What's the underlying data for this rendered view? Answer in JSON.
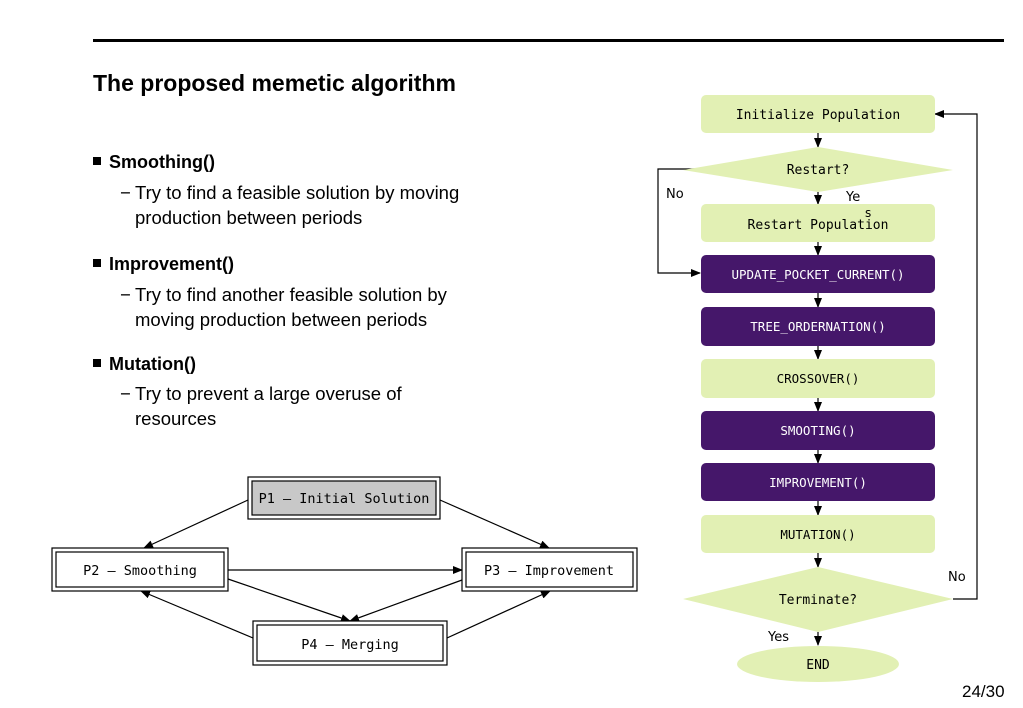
{
  "slide": {
    "title": "The proposed memetic algorithm",
    "page_number": "24/30"
  },
  "bullets": [
    {
      "heading": "Smoothing()",
      "dash": "−",
      "line1": "Try to find a feasible solution by moving",
      "line2": "production between periods"
    },
    {
      "heading": "Improvement()",
      "dash": "−",
      "line1": "Try to find another feasible solution by",
      "line2": "moving production between periods"
    },
    {
      "heading": "Mutation()",
      "dash": "−",
      "line1": "Try to prevent a large overuse of",
      "line2": "resources"
    }
  ],
  "phase_diagram": {
    "p1": "P1 – Initial Solution",
    "p2": "P2 – Smoothing",
    "p3": "P3 – Improvement",
    "p4": "P4 – Merging"
  },
  "flowchart": {
    "init": "Initialize Population",
    "restart_q": "Restart?",
    "restart_no": "No",
    "restart_yes": "Ye",
    "restart_yes_s": "s",
    "restart_pop": "Restart Population",
    "update": "UPDATE_POCKET_CURRENT()",
    "tree": "TREE_ORDERNATION()",
    "crossover": "CROSSOVER()",
    "smoothing": "SMOOTING()",
    "improvement": "IMPROVEMENT()",
    "mutation": "MUTATION()",
    "terminate_q": "Terminate?",
    "terminate_no": "No",
    "terminate_yes": "Yes",
    "end": "END"
  },
  "colors": {
    "light_box": "#e2f0b4",
    "dark_box": "#45176a",
    "gray_box": "#c8c8c8"
  }
}
